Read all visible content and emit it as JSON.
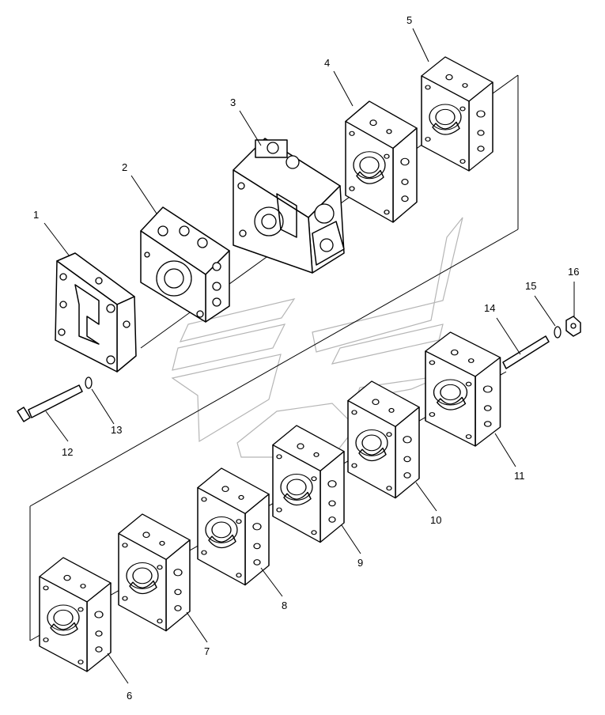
{
  "callouts": [
    {
      "id": "1",
      "text": "1"
    },
    {
      "id": "2",
      "text": "2"
    },
    {
      "id": "3",
      "text": "3"
    },
    {
      "id": "4",
      "text": "4"
    },
    {
      "id": "5",
      "text": "5"
    },
    {
      "id": "6",
      "text": "6"
    },
    {
      "id": "7",
      "text": "7"
    },
    {
      "id": "8",
      "text": "8"
    },
    {
      "id": "9",
      "text": "9"
    },
    {
      "id": "10",
      "text": "10"
    },
    {
      "id": "11",
      "text": "11"
    },
    {
      "id": "12",
      "text": "12"
    },
    {
      "id": "13",
      "text": "13"
    },
    {
      "id": "14",
      "text": "14"
    },
    {
      "id": "15",
      "text": "15"
    },
    {
      "id": "16",
      "text": "16"
    }
  ],
  "colors": {
    "ink": "#000000",
    "watermark": "#b5b5b5",
    "background": "#ffffff"
  }
}
